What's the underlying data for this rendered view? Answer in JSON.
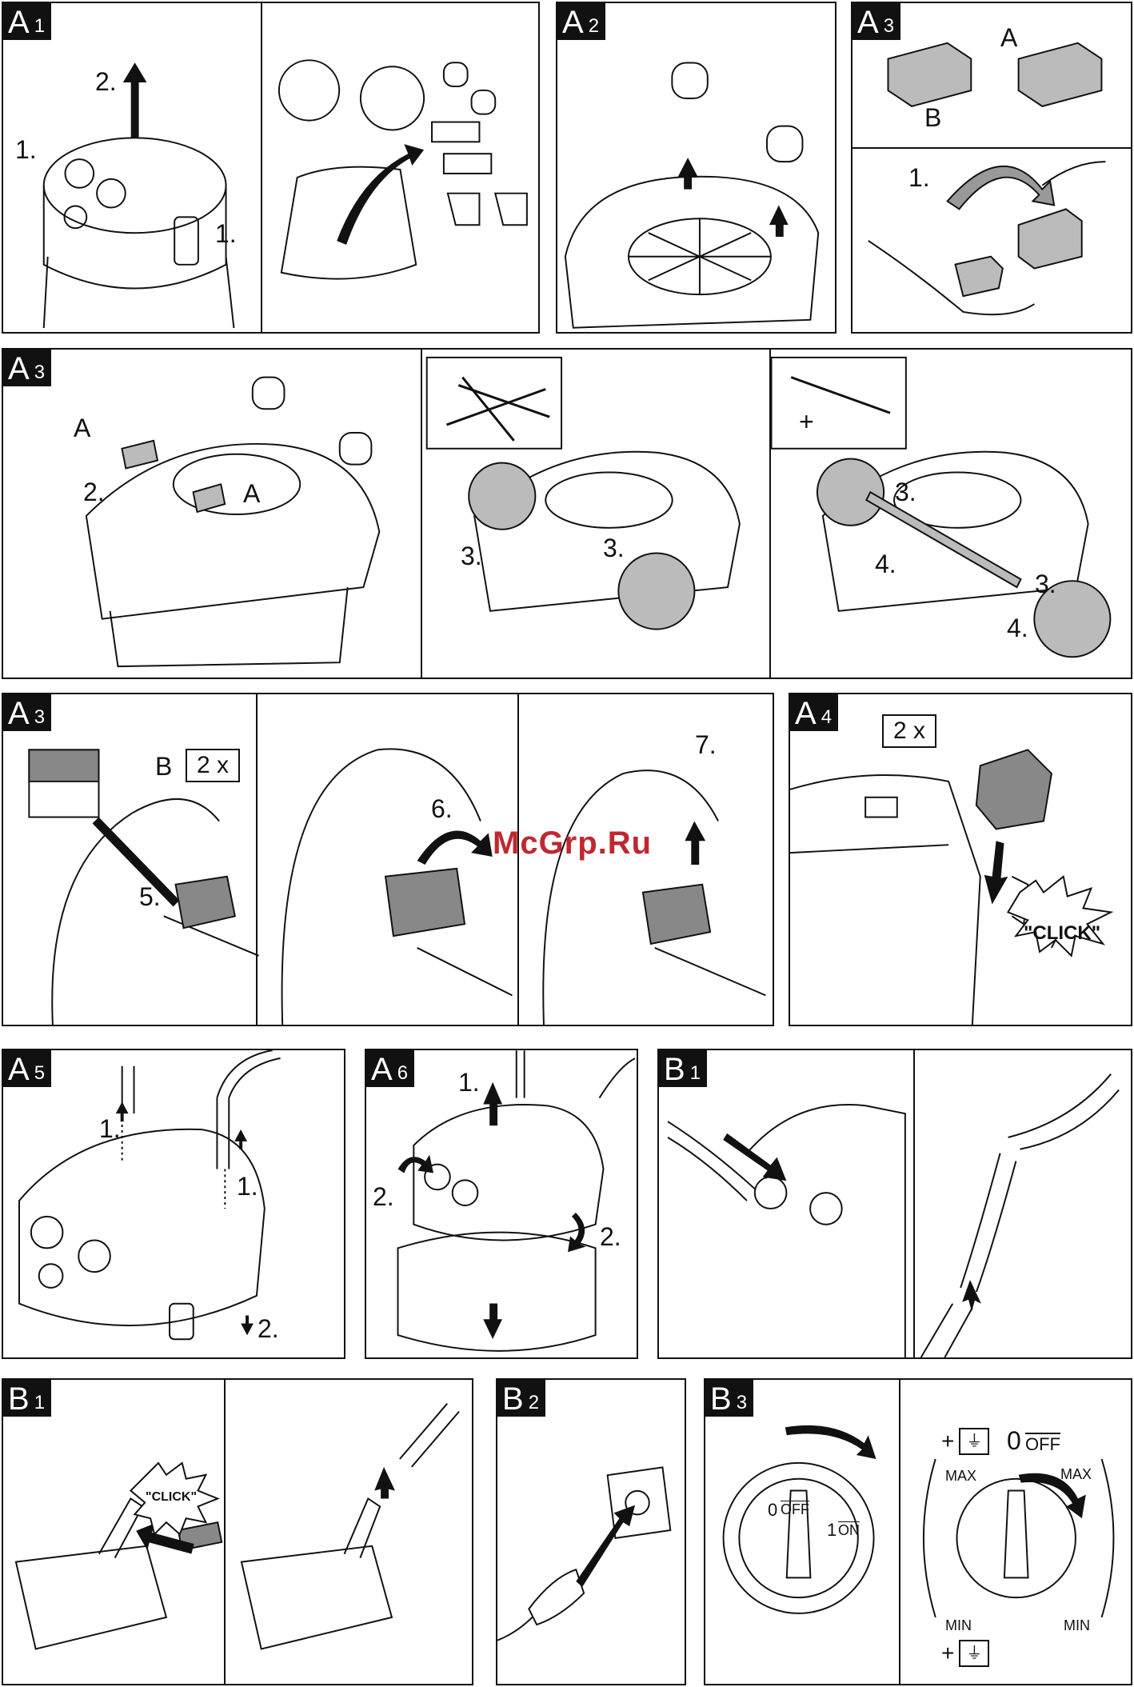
{
  "watermark": "McGrp.Ru",
  "panels": {
    "a1": {
      "tag": "A",
      "num": "1",
      "step_up": "2.",
      "step_left": "1.",
      "step_right": "1."
    },
    "a2": {
      "tag": "A",
      "num": "2"
    },
    "a3_top": {
      "tag": "A",
      "num": "3",
      "label_a": "A",
      "label_b": "B",
      "step": "1."
    },
    "a3_mid": {
      "tag": "A",
      "num": "3",
      "label_a1": "A",
      "label_a2": "A",
      "step2": "2.",
      "step3a": "3.",
      "step3b": "3.",
      "step3c": "3.",
      "step3d": "3.",
      "step4a": "4.",
      "step4b": "4.",
      "plus": "+"
    },
    "a3_low": {
      "tag": "A",
      "num": "3",
      "label_b": "B",
      "count": "2 x",
      "step5": "5.",
      "step6": "6.",
      "step7": "7."
    },
    "a4": {
      "tag": "A",
      "num": "4",
      "count": "2 x",
      "click": "\"CLICK\""
    },
    "a5": {
      "tag": "A",
      "num": "5",
      "step1a": "1.",
      "step1b": "1.",
      "step2": "2."
    },
    "a6": {
      "tag": "A",
      "num": "6",
      "step1": "1.",
      "step2a": "2.",
      "step2b": "2."
    },
    "b1_top": {
      "tag": "B",
      "num": "1"
    },
    "b1_low": {
      "tag": "B",
      "num": "1",
      "click": "\"CLICK\""
    },
    "b2": {
      "tag": "B",
      "num": "2"
    },
    "b3": {
      "tag": "B",
      "num": "3",
      "zero": "0",
      "off": "OFF",
      "one": "1",
      "on": "ON",
      "plus1": "+",
      "plus2": "+",
      "zero2": "0",
      "off2": "OFF",
      "max1": "MAX",
      "max2": "MAX",
      "min1": "MIN",
      "min2": "MIN"
    }
  }
}
